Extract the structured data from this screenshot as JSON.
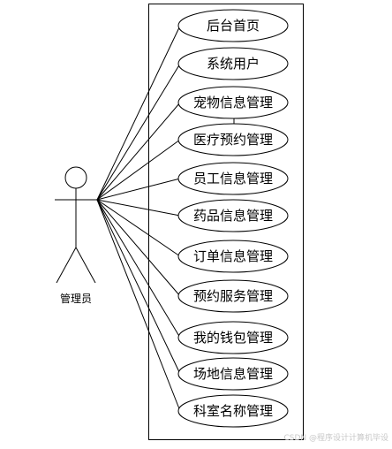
{
  "actor": {
    "name": "管理员"
  },
  "use_cases": [
    {
      "label": "后台首页"
    },
    {
      "label": "系统用户"
    },
    {
      "label": "宠物信息管理"
    },
    {
      "label": "医疗预约管理"
    },
    {
      "label": "员工信息管理"
    },
    {
      "label": "药品信息管理"
    },
    {
      "label": "订单信息管理"
    },
    {
      "label": "预约服务管理"
    },
    {
      "label": "我的钱包管理"
    },
    {
      "label": "场地信息管理"
    },
    {
      "label": "科室名称管理"
    }
  ],
  "watermark": "CSDN @程序设计计算机毕设",
  "colors": {
    "line": "#000000",
    "background": "#ffffff",
    "watermark": "#c8c8c8"
  }
}
